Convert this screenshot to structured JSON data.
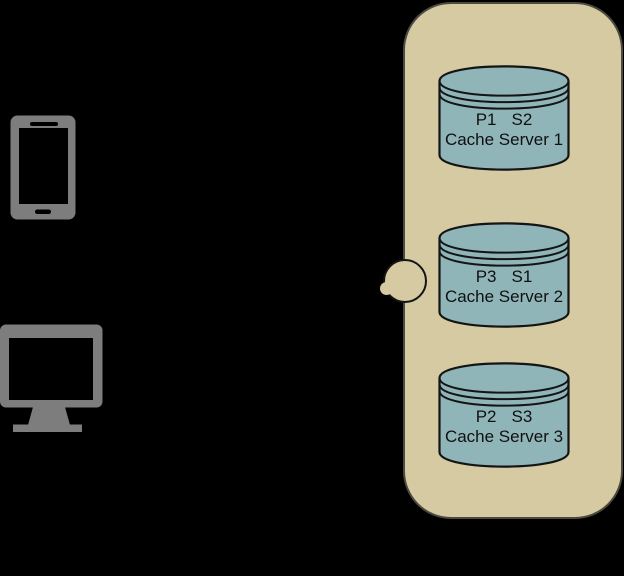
{
  "colors": {
    "background": "#000000",
    "cluster_fill": "#d6caa3",
    "cluster_edge": "#4b4940",
    "cylinder_fill": "#8fb5b8",
    "outline": "#141414",
    "icon_gray": "#7d7d7d",
    "text": "#101010"
  },
  "clients": [
    {
      "id": "mobile-client",
      "icon": "smartphone-icon"
    },
    {
      "id": "desktop-client",
      "icon": "monitor-icon"
    }
  ],
  "cluster": {
    "port_icon": "connector-port-circle",
    "servers": [
      {
        "primary": "P1",
        "secondary": "S2",
        "label": "Cache Server 1"
      },
      {
        "primary": "P3",
        "secondary": "S1",
        "label": "Cache Server 2"
      },
      {
        "primary": "P2",
        "secondary": "S3",
        "label": "Cache Server 3"
      }
    ]
  }
}
